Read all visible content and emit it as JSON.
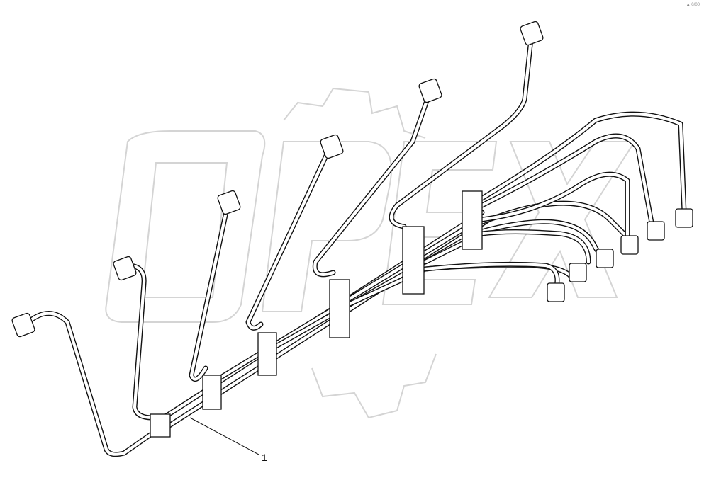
{
  "diagram": {
    "callouts": [
      {
        "label": "1",
        "target": "fuel-injection-pipe-set"
      }
    ],
    "watermark": "OPEX",
    "corner_mark": "▲ 0/00",
    "colors": {
      "line": "#111111",
      "watermark": "#d4d4d4",
      "background": "#ffffff"
    }
  }
}
